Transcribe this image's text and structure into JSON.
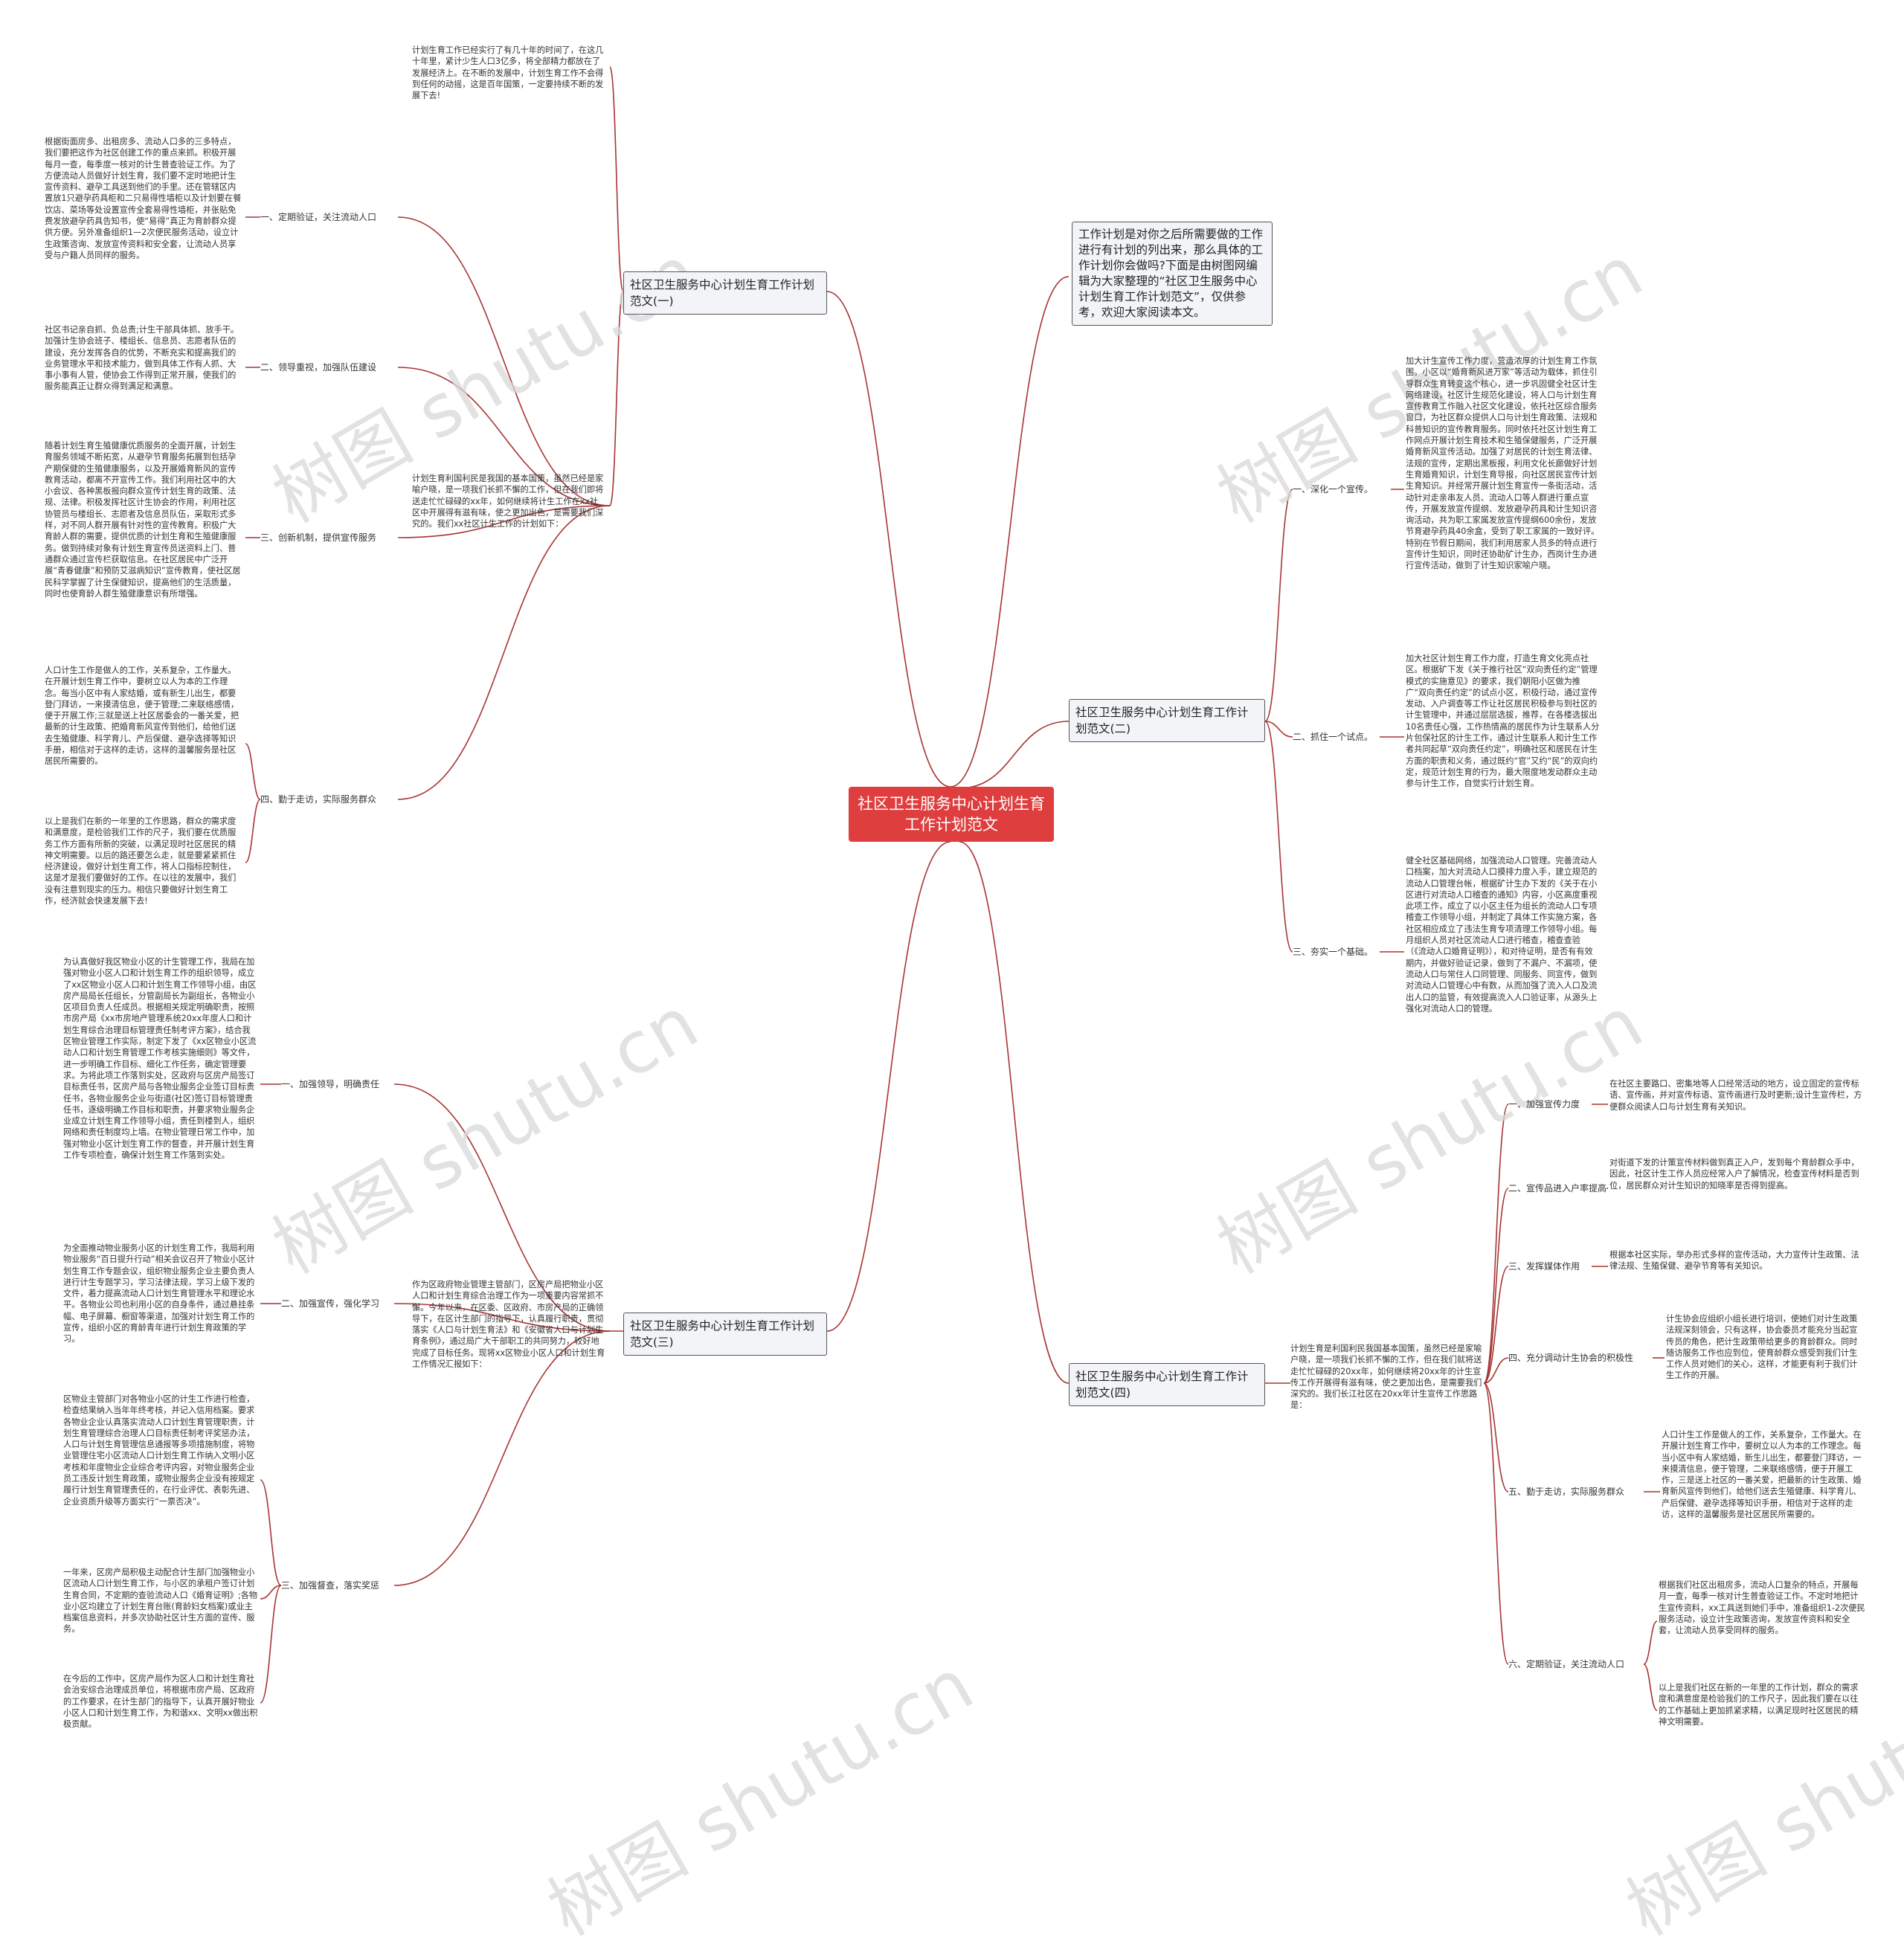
{
  "root": {
    "title": "社区卫生服务中心计划生育工作计划范文"
  },
  "intro": "工作计划是对你之后所需要做的工作进行有计划的列出来，那么具体的工作计划你会做吗?下面是由树图网编辑为大家整理的“社区卫生服务中心计划生育工作计划范文”，仅供参考，欢迎大家阅读本文。",
  "watermark": "树图 shutu.cn",
  "branch1": {
    "title": "社区卫生服务中心计划生育工作计划范文(一)",
    "top_text": "计划生育工作已经实行了有几十年的时间了，在这几十年里，紧计少生人口3亿多，将全部精力都放在了发展经济上。在不断的发展中，计划生育工作不会得到任何的动摇，这是百年国策，一定要持续不断的发展下去!",
    "lead_text": "计划生育利国利民是我国的基本国策，虽然已经是家喻户晓，是一项我们长抓不懈的工作，但在我们即将送走忙忙碌碌的xx年，如何继续将计生工作在xx社区中开展得有滋有味，使之更加出色，是需要我们深究的。我们xx社区计生工作的计划如下：",
    "items": [
      {
        "label": "一、定期验证，关注流动人口",
        "text": "根据街面房多、出租房多、流动人口多的三多特点，我们要把这作为社区创建工作的重点来抓。积极开展每月一查，每季度一核对的计生普查验证工作。为了方便流动人员做好计划生育，我们要不定时地把计生宣传资料、避孕工具送到他们的手里。还在管辖区内置放1只避孕药具柜和二只易得性墙柜以及计划要在餐饮店、菜场等处设置宣传全套易得性墙柜，并张贴免费发放避孕药具告知书，使“易得”真正为育龄群众提供方便。另外准备组织1—2次便民服务活动，设立计生政策咨询、发放宣传资料和安全套，让流动人员享受与户籍人员同样的服务。"
      },
      {
        "label": "二、领导重视，加强队伍建设",
        "text": "社区书记亲自抓、负总责;计生干部具体抓、放手干。加强计生协会班子、楼组长、信息员、志愿者队伍的建设，充分发挥各自的优势，不断充实和提高我们的业务管理水平和技术能力，做到具体工作有人抓、大事小事有人管，使协会工作得到正常开展，使我们的服务能真正让群众得到满足和满意。"
      },
      {
        "label": "三、创新机制，提供宣传服务",
        "text": "随着计划生育生殖健康优质服务的全面开展，计划生育服务领域不断拓宽，从避孕节育服务拓展到包括孕产期保健的生殖健康服务，以及开展婚育新风的宣传教育活动，都离不开宣传工作。我们利用社区中的大小会议、各种黑板报向群众宣传计划生育的政策、法规、法律。积极发挥社区计生协会的作用，利用社区协管员与楼组长、志愿者及信息员队伍，采取形式多样，对不同人群开展有针对性的宣传教育。积极广大育龄人群的需要，提供优质的计划生育和生殖健康服务。做到持续对象有计划生育宣传员送资料上门、普通群众通过宣传栏获取信息。在社区居民中广泛开展“青春健康”和预防艾滋病知识”宣传教育，使社区居民科学掌握了计生保健知识，提高他们的生活质量，同时也使育龄人群生殖健康意识有所增强。"
      },
      {
        "label": "四、勤于走访，实际服务群众",
        "text": "人口计生工作是做人的工作，关系复杂，工作量大。在开展计划生育工作中，要树立以人为本的工作理念。每当小区中有人家结婚，或有新生儿出生，都要登门拜访，一来摸清信息，便于管理;二来联络感情，便于开展工作;三就是送上社区居委会的一番关爱，把最新的计生政策、把婚育新风宣传到他们，给他们送去生殖健康、科学育儿、产后保健、避孕选择等知识手册，相信对于这样的走访，这样的温馨服务是社区居民所需要的。",
        "text2": "以上是我们在新的一年里的工作思路，群众的需求度和满意度，是检验我们工作的尺子，我们要在优质服务工作方面有所新的突破，以满足现时社区居民的精神文明需要。以后的路还要怎么走，就是要紧紧抓住经济建设，做好计划生育工作，将人口指标控制住，这是才是我们要做好的工作。在以往的发展中，我们没有注意到现实的压力。相信只要做好计划生育工作，经济就会快速发展下去!"
      }
    ]
  },
  "branch2": {
    "title": "社区卫生服务中心计划生育工作计划范文(二)",
    "items": [
      {
        "label": "一、深化一个宣传。",
        "text": "加大计生宣传工作力度，营造浓厚的计划生育工作氛围。小区以“婚育新风进万家”等活动为载体，抓住引导群众生育转变这个核心，进一步巩固健全社区计生网络建设，社区计生规范化建设，将人口与计划生育宣传教育工作融入社区文化建设，依托社区综合服务窗口，为社区群众提供人口与计划生育政策、法规和科普知识的宣传教育服务。同时依托社区计划生育工作网点开展计划生育技术和生殖保健服务，广泛开展婚育新风宣传活动。加强了对居民的计划生育法律、法规的宣传，定期出黑板报，利用文化长廊做好计划生育婚育知识，计划生育导报，向社区居民宣传计划生育知识。并经常开展计划生育宣传一条街活动，活动针对走亲串友人员、流动人口等人群进行重点宣传，开展发放宣传提纲、发放避孕药具和计生知识咨询活动，共为职工家属发放宣传提纲600余份，发放节育避孕药具40余盒，受到了职工家属的一致好评。特别在节假日期间，我们利用居家人员多的特点进行宣传计生知识，同时还协助矿计生办，西岗计生办进行宣传活动，做到了计生知识家喻户晓。"
      },
      {
        "label": "二、抓住一个试点。",
        "text": "加大社区计划生育工作力度，打造生育文化亮点社区。根据矿下发《关于推行社区“双向责任约定”管理模式的实施意见》的要求，我们朝阳小区做为推广“双向责任约定”的试点小区，积极行动，通过宣传发动、入户调查等工作让社区居民积极参与到社区的计生管理中，并通过层层选拔，推荐，在各楼选拔出10名责任心强，工作热情高的居民作为计生联系人分片包保社区的计生工作，通过计生联系人和计生工作者共同起草“双向责任约定”，明确社区和居民在计生方面的职责和义务，通过既约“官”又约“民”的双向约定，规范计划生育的行为，最大限度地发动群众主动参与计生工作，自觉实行计划生育。"
      },
      {
        "label": "三、夯实一个基础。",
        "text": "健全社区基础网络，加强流动人口管理。完善流动人口档案，加大对流动人口摸排力度入手，建立规范的流动人口管理台帐，根据矿计生办下发的《关于在小区进行对流动人口稽查的通知》内容，小区高度重视此项工作，成立了以小区主任为组长的流动人口专项稽查工作领导小组，并制定了具体工作实施方案，各社区相应成立了违法生育专项清理工作领导小组。每月组织人员对社区流动人口进行稽查，稽查查验（《流动人口婚育证明》），和对待证明，是否有有效期内，并做好验证记录，做到了不漏户、不漏项，使流动人口与常住人口同管理、同服务、同宣传，做到对流动人口管理心中有数，从而加强了流入人口及流出人口的监管，有效提高流入人口验证率，从源头上强化对流动人口的管理。"
      }
    ]
  },
  "branch3": {
    "title": "社区卫生服务中心计划生育工作计划范文(三)",
    "lead_text": "作为区政府物业管理主管部门，区房产局把物业小区人口和计划生育综合治理工作为一项重要内容常抓不懈。今年以来，在区委、区政府、市房产局的正确领导下，在区计生部门的指导下，认真履行职责，贯彻落实《人口与计划生育法》和《安徽省人口与计划生育条例》，通过局广大干部职工的共同努力，较好地完成了目标任务。现将xx区物业小区人口和计划生育工作情况汇报如下：",
    "items": [
      {
        "label": "一、加强领导，明确责任",
        "text": "为认真做好我区物业小区的计生管理工作，我局在加强对物业小区人口和计划生育工作的组织领导，成立了xx区物业小区人口和计划生育工作领导小组，由区房产局局长任组长，分管副局长为副组长，各物业小区项目负责人任成员。根据相关规定明确职责，按照市房产局《xx市房地产管理系统20xx年度人口和计划生育综合治理目标管理责任制考评方案》，结合我区物业管理工作实际，制定下发了《xx区物业小区流动人口和计划生育管理工作考核实施细则》等文件，进一步明确工作目标、细化工作任务，确定管理要求。为将此项工作落到实处，区政府与区房产局签订目标责任书，区房产局与各物业服务企业签订目标责任书，各物业服务企业与街道(社区)签订目标管理责任书，逐级明确工作目标和职责，并要求物业服务企业成立计划生育工作领导小组，责任到楼到人，组织网络和责任制度均上墙。在物业管理日常工作中，加强对物业小区计划生育工作的督查，并开展计划生育工作专项检查，确保计划生育工作落到实处。"
      },
      {
        "label": "二、加强宣传，强化学习",
        "text": "为全面推动物业服务小区的计划生育工作，我局利用物业服务“百日提升行动”相关会议召开了物业小区计划生育工作专题会议，组织物业服务企业主要负责人进行计生专题学习，学习法律法规，学习上级下发的文件，着力提高流动人口计划生育管理水平和理论水平。各物业公司也利用小区的自身条件，通过悬挂条幅、电子屏幕、橱窗等渠道，加强对计划生育工作的宣传，组织小区的育龄青年进行计划生育政策的学习。"
      },
      {
        "label": "三、加强督查，落实奖惩",
        "text": "区物业主管部门对各物业小区的计生工作进行检查，检查结果纳入当年年终考核，并记入信用档案。要求各物业企业认真落实流动人口计划生育管理职责，计划生育管理综合治理人口目标责任制考评奖惩办法，人口与计划生育管理信息通报等多项措施制度，将物业管理住宅小区流动人口计划生育工作纳入文明小区考核和年度物业企业综合考评内容，对物业服务企业员工违反计划生育政策，或物业服务企业没有按规定履行计划生育管理责任的，在行业评优、表彰先进、企业资质升级等方面实行“一票否决”。",
        "text2": "一年来，区房产局积极主动配合计生部门加强物业小区流动人口计划生育工作，与小区的承租户签订计划生育合同，不定期的查验流动人口《婚育证明》;各物业小区均建立了计划生育台账(育龄妇女档案)或业主档案信息资料，并多次协助社区计生方面的宣传、服务。",
        "text3": "在今后的工作中，区房产局作为区人口和计划生育社会治安综合治理成员单位，将根据市房产局、区政府的工作要求，在计生部门的指导下，认真开展好物业小区人口和计划生育工作，为和谐xx、文明xx做出积极贡献。"
      }
    ]
  },
  "branch4": {
    "title": "社区卫生服务中心计划生育工作计划范文(四)",
    "lead_text": "计划生育是利国利民我国基本国策，虽然已经是家喻户晓，是一项我们长抓不懈的工作，但在我们就将送走忙忙碌碌的20xx年，如何继续将20xx年的计生宣传工作开展得有滋有味，使之更加出色，是需要我们深究的。我们长江社区在20xx年计生宣传工作思路是：",
    "items": [
      {
        "label": "一、加强宣传力度",
        "text": "在社区主要路口、密集地等人口经常活动的地方，设立固定的宣传标语、宣传画，并对宣传标语、宣传画进行及时更新;设计生宣传栏，方便群众阅读人口与计划生育有关知识。"
      },
      {
        "label": "二、宣传品进入户率提高",
        "text": "对街道下发的计策宣传材料做到真正入户，发到每个育龄群众手中，因此，社区计生工作人员应经常入户了解情况，检查宣传材料是否到位，居民群众对计生知识的知晓率是否得到提高。"
      },
      {
        "label": "三、发挥媒体作用",
        "text": "根据本社区实际，举办形式多样的宣传活动，大力宣传计生政策、法律法规、生殖保健、避孕节育等有关知识。"
      },
      {
        "label": "四、充分调动计生协会的积极性",
        "text": "计生协会应组织小组长进行培训，使她们对计生政策法规深刻领会，只有这样，协会委员才能充分当起宣传员的角色，把计生政策带给更多的育龄群众。同时随访服务工作也应到位，使育龄群众感受到我们计生工作人员对她们的关心，这样，才能更有利于我们计生工作的开展。"
      },
      {
        "label": "五、勤于走访，实际服务群众",
        "text": "人口计生工作是做人的工作，关系复杂，工作量大。在开展计划生育工作中，要树立以人为本的工作理念。每当小区中有人家结婚，新生儿出生，都要登门拜访，一来摸清信息，便于管理，二来联络感情，便于开展工作，三是送上社区的一番关爱，把最新的计生政策、婚育新风宣传到他们，给他们送去生殖健康、科学育儿、产后保健、避孕选择等知识手册，相信对于这样的走访，这样的温馨服务是社区居民所需要的。"
      },
      {
        "label": "六、定期验证，关注流动人口",
        "text": "根据我们社区出租房多，流动人口复杂的特点，开展每月一查，每季一核对计生普查验证工作。不定时地把计生宣传资料，xx工具送到她们手中，准备组织1-2次便民服务活动，设立计生政策咨询，发放宣传资料和安全套，让流动人员享受同样的服务。",
        "text2": "以上是我们社区在新的一年里的工作计划，群众的需求度和满意度是检验我们的工作尺子，因此我们要在以往的工作基础上更加抓紧求精，以满足现时社区居民的精神文明需要。"
      }
    ]
  },
  "colors": {
    "root_bg": "#df3e3e",
    "line": "#a83434",
    "node_bg": "#f2f4f7",
    "node_border": "#555555"
  }
}
